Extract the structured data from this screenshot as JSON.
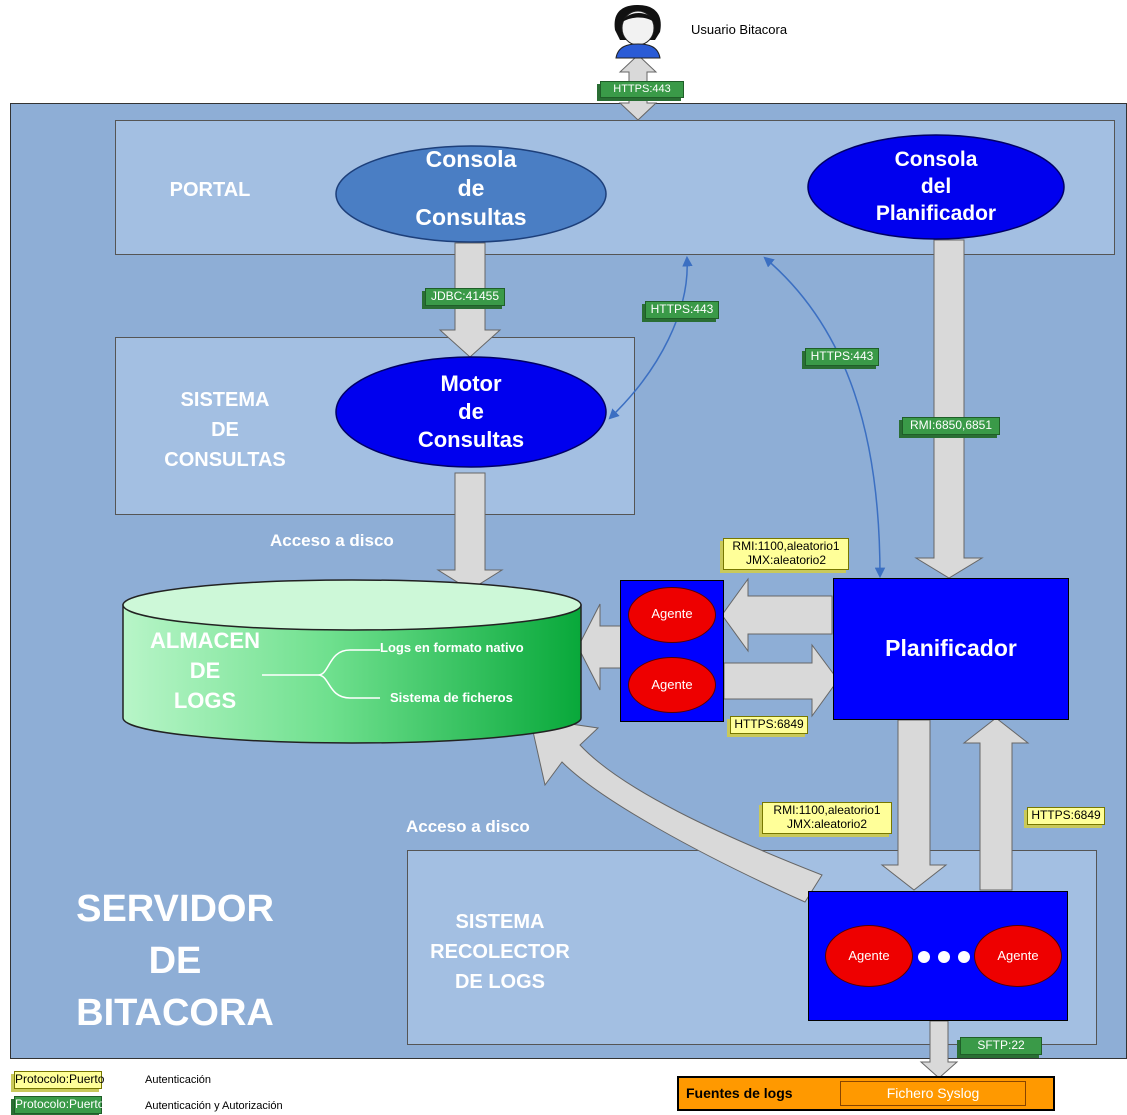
{
  "user": {
    "label": "Usuario Bitacora"
  },
  "server": {
    "label": "SERVIDOR\nDE\nBITACORA"
  },
  "portal": {
    "label": "PORTAL",
    "consultas_console": "Consola\nde\nConsultas",
    "planificador_console": "Consola\ndel\nPlanificador"
  },
  "sistema_consultas": {
    "label": "SISTEMA\nDE\nCONSULTAS",
    "motor": "Motor\nde\nConsultas"
  },
  "almacen": {
    "label": "ALMACEN\nDE\nLOGS",
    "item1": "Logs en formato nativo",
    "item2": "Sistema de ficheros"
  },
  "planificador": {
    "label": "Planificador"
  },
  "agente": "Agente",
  "recolector": {
    "label": "SISTEMA\nRECOLECTOR\nDE LOGS"
  },
  "acceso_disco_1": "Acceso a disco",
  "acceso_disco_2": "Acceso a disco",
  "tags": {
    "https_user": "HTTPS:443",
    "jdbc": "JDBC:41455",
    "https_motor": "HTTPS:443",
    "https_plan": "HTTPS:443",
    "rmi_console": "RMI:6850,6851",
    "rmi_agent": "RMI:1100,aleatorio1\nJMX:aleatorio2",
    "https_agent": "HTTPS:6849",
    "rmi_recol": "RMI:1100,aleatorio1\nJMX:aleatorio2",
    "https_recol": "HTTPS:6849",
    "sftp": "SFTP:22"
  },
  "fuentes": {
    "label": "Fuentes de logs",
    "item": "Fichero Syslog"
  },
  "legend": {
    "yellow_tag": "Protocolo:Puerto",
    "yellow_desc": "Autenticación",
    "green_tag": "Protocolo:Puerto",
    "green_desc": "Autenticación y Autorización"
  },
  "colors": {
    "server_bg": "#8eaed6",
    "panel_bg": "#a3bfe2",
    "ellipse_blue": "#0000ee",
    "ellipse_steel": "#4a7ec4",
    "box_blue": "#0000ff",
    "agent_red": "#ee0000",
    "green_tag": "#3a9a48",
    "yellow_tag": "#ffff99",
    "orange": "#ff9900"
  }
}
